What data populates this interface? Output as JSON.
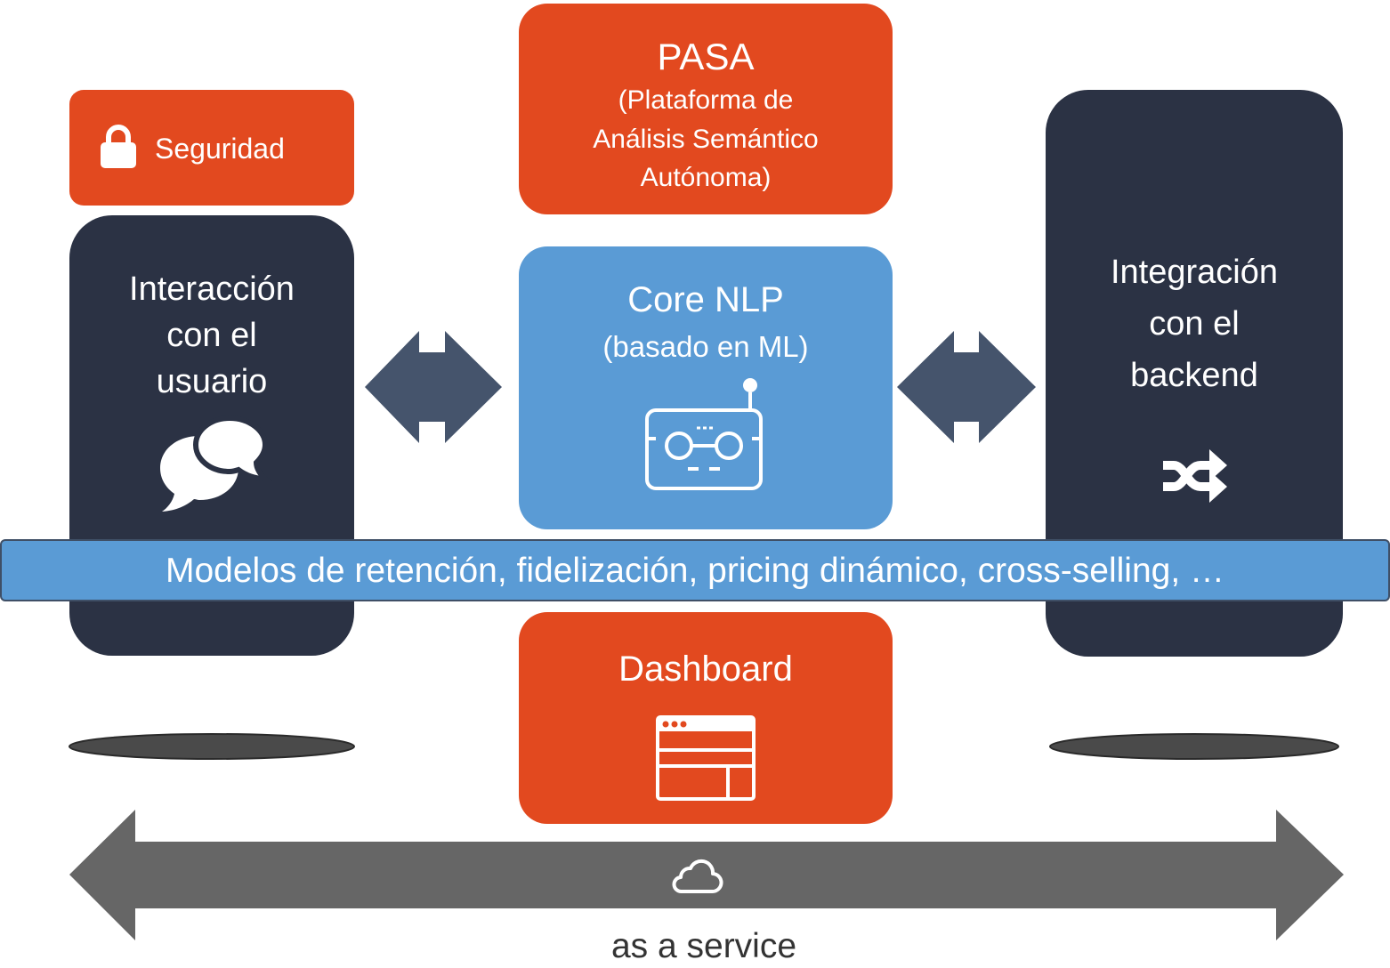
{
  "security": {
    "label": "Seguridad",
    "icon": "lock-icon"
  },
  "pasa": {
    "title": "PASA",
    "subtitle_lines": [
      "(Plataforma de",
      "Análisis Semántico",
      "Autónoma)"
    ]
  },
  "core": {
    "title": "Core NLP",
    "subtitle": "(basado en ML)",
    "icon": "robot-radio-icon"
  },
  "interaction": {
    "lines": [
      "Interacción",
      "con el",
      "usuario"
    ],
    "icon": "chat-bubbles-icon"
  },
  "integration": {
    "lines": [
      "Integración",
      "con el",
      "backend"
    ],
    "icon": "shuffle-icon"
  },
  "models_banner": {
    "text": "Modelos de retención, fidelización, pricing dinámico, cross-selling, …"
  },
  "dashboard": {
    "title": "Dashboard",
    "icon": "browser-window-icon"
  },
  "service": {
    "label": "as a service",
    "icon": "cloud-icon"
  },
  "colors": {
    "orange": "#e2491f",
    "dark": "#2b3244",
    "blue": "#5a9bd5",
    "arrow_slate": "#45546c",
    "arrow_gray": "#666666",
    "ellipse": "#4a4a4a"
  }
}
